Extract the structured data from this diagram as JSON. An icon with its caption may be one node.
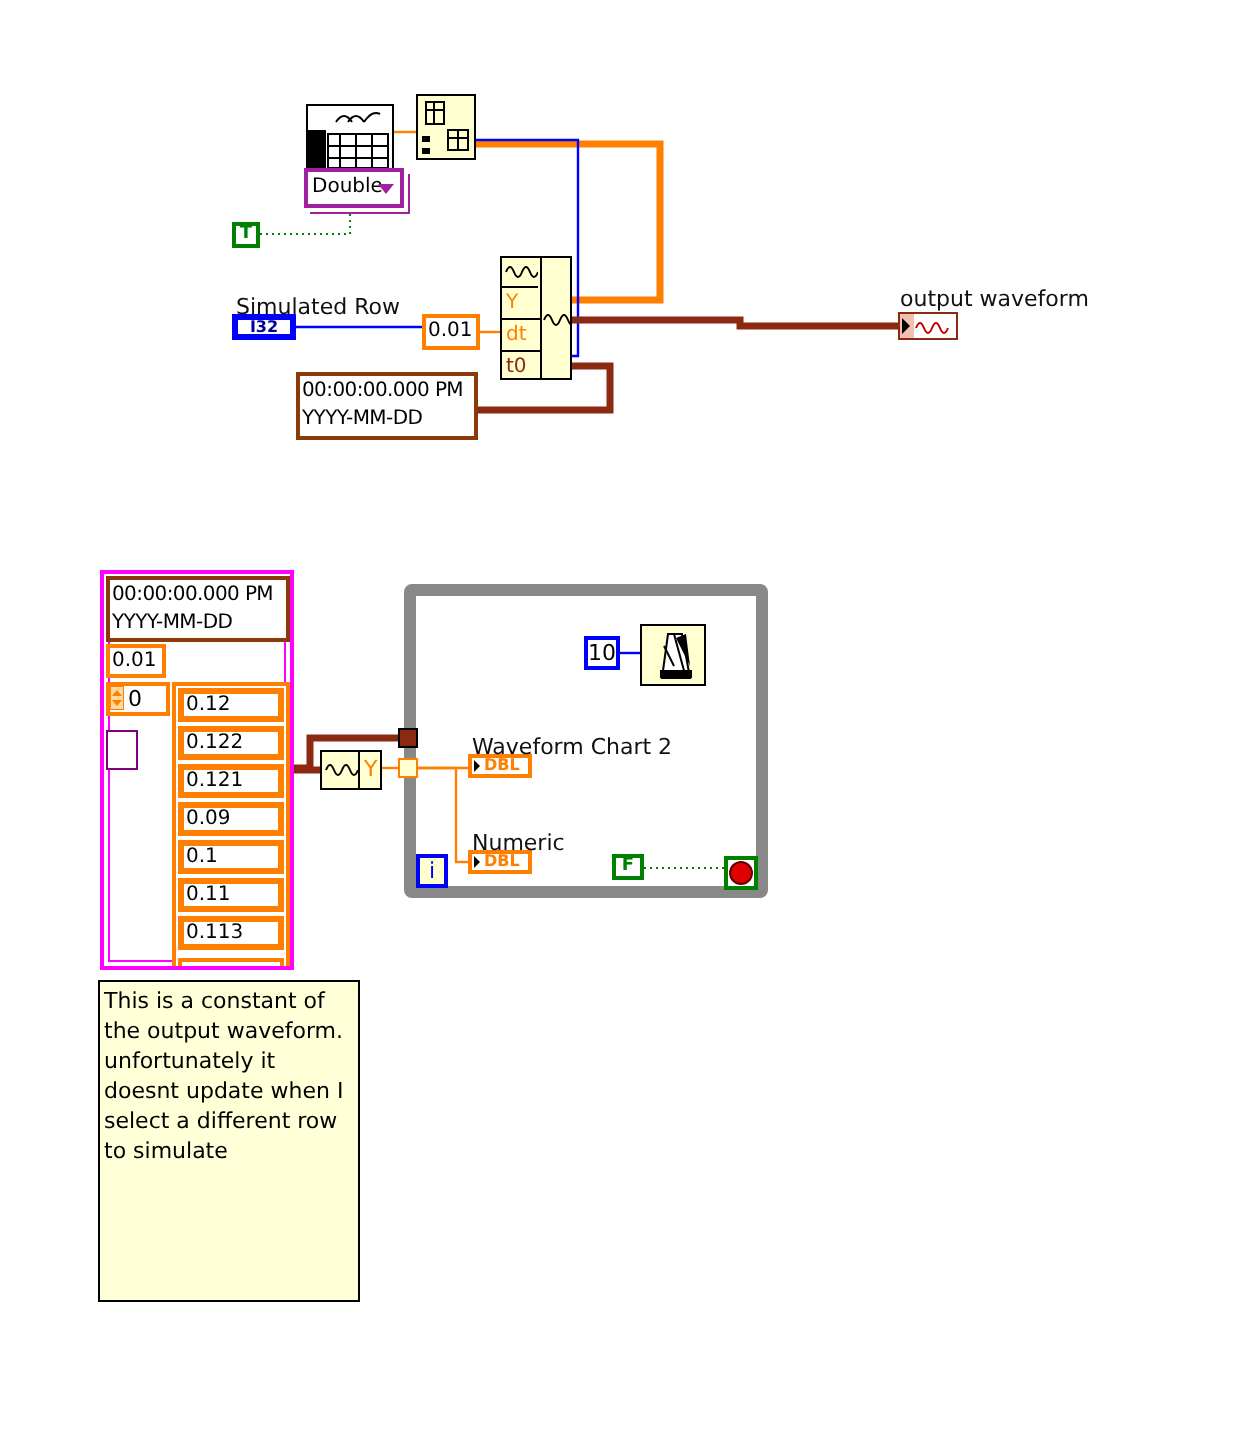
{
  "diagram": {
    "nodes": [
      {
        "text": [],
        "shape": "picture"
      },
      {
        "text": [
          "Double"
        ]
      },
      {
        "text": [],
        "shape": "picture"
      },
      {
        "text": [
          "T"
        ]
      },
      {
        "text": [
          "I32"
        ],
        "beside": [
          "Simulated Row"
        ]
      },
      {
        "text": [
          "0.01"
        ]
      },
      {
        "text": [
          "Y",
          "dt",
          "t0"
        ]
      },
      {
        "text": [
          "00:00:00.000 PM",
          "YYYY-MM-DD"
        ]
      },
      {
        "text": [],
        "shape": "box",
        "beside": [
          "output waveform"
        ]
      },
      {
        "text": [],
        "shape": "box"
      },
      {
        "text": [
          "00:00:00.000 PM",
          "YYYY-MM-DD"
        ],
        "in": 9
      },
      {
        "text": [
          "0.01"
        ],
        "in": 9
      },
      {
        "text": [
          "0"
        ],
        "in": 9
      },
      {
        "text": [],
        "shape": "box",
        "in": 9
      },
      {
        "text": [],
        "shape": "box",
        "in": 9
      },
      {
        "text": [
          "0.12"
        ],
        "in": 14
      },
      {
        "text": [
          "0.122"
        ],
        "in": 14
      },
      {
        "text": [
          "0.121"
        ],
        "in": 14
      },
      {
        "text": [
          "0.09"
        ],
        "in": 14
      },
      {
        "text": [
          "0.1"
        ],
        "in": 14
      },
      {
        "text": [
          "0.11"
        ],
        "in": 14
      },
      {
        "text": [
          "0.113"
        ],
        "in": 14
      },
      {
        "text": [
          "Y"
        ]
      },
      {
        "text": [],
        "shape": "box"
      },
      {
        "text": [
          "10"
        ],
        "in": 23
      },
      {
        "text": [],
        "shape": "picture",
        "in": 23
      },
      {
        "text": [
          "DBL"
        ],
        "beside": [
          "Waveform Chart 2"
        ],
        "in": 23
      },
      {
        "text": [
          "DBL"
        ],
        "beside": [
          "Numeric"
        ],
        "in": 23
      },
      {
        "text": [
          "i"
        ],
        "in": 23
      },
      {
        "text": [
          "F"
        ],
        "in": 23
      },
      {
        "text": [],
        "shape": "circle",
        "in": 23
      },
      {
        "text": [
          "This is a constant of the output waveform. unfortunately it doesnt update when I select a different row to simulate"
        ]
      },
      {
        "text": [],
        "shape": "box",
        "in": 23
      },
      {
        "text": [],
        "shape": "box",
        "in": 23
      }
    ],
    "edges": [
      {
        "from": 3,
        "to": 1,
        "arrow": "none",
        "style": "dashed",
        "color": "#008000"
      },
      {
        "from": 0,
        "to": 2,
        "arrow": "none"
      },
      {
        "from": 2,
        "to": 6,
        "arrow": "none",
        "style": "thick"
      },
      {
        "from": 2,
        "to": 6,
        "arrow": "none",
        "color": "#0000ff"
      },
      {
        "from": 4,
        "to": 5,
        "arrow": "none",
        "color": "#0000ff"
      },
      {
        "from": 5,
        "to": 6,
        "arrow": "none"
      },
      {
        "from": 7,
        "to": 6,
        "arrow": "none",
        "style": "thick",
        "color": "#8b2a10"
      },
      {
        "from": 6,
        "to": 8,
        "arrow": "none",
        "style": "thick",
        "color": "#8b2a10"
      },
      {
        "from": 9,
        "to": 22,
        "arrow": "none",
        "style": "thick",
        "color": "#8b2a10"
      },
      {
        "from": 9,
        "to": 32,
        "arrow": "none",
        "style": "thick",
        "color": "#8b2a10"
      },
      {
        "from": 22,
        "to": 33,
        "arrow": "none"
      },
      {
        "from": 33,
        "to": 26,
        "arrow": "none"
      },
      {
        "from": 33,
        "to": 27,
        "arrow": "none"
      },
      {
        "from": 24,
        "to": 25,
        "arrow": "none",
        "color": "#0000ff"
      },
      {
        "from": 29,
        "to": 30,
        "arrow": "none",
        "style": "dashed",
        "color": "#008000"
      }
    ]
  }
}
